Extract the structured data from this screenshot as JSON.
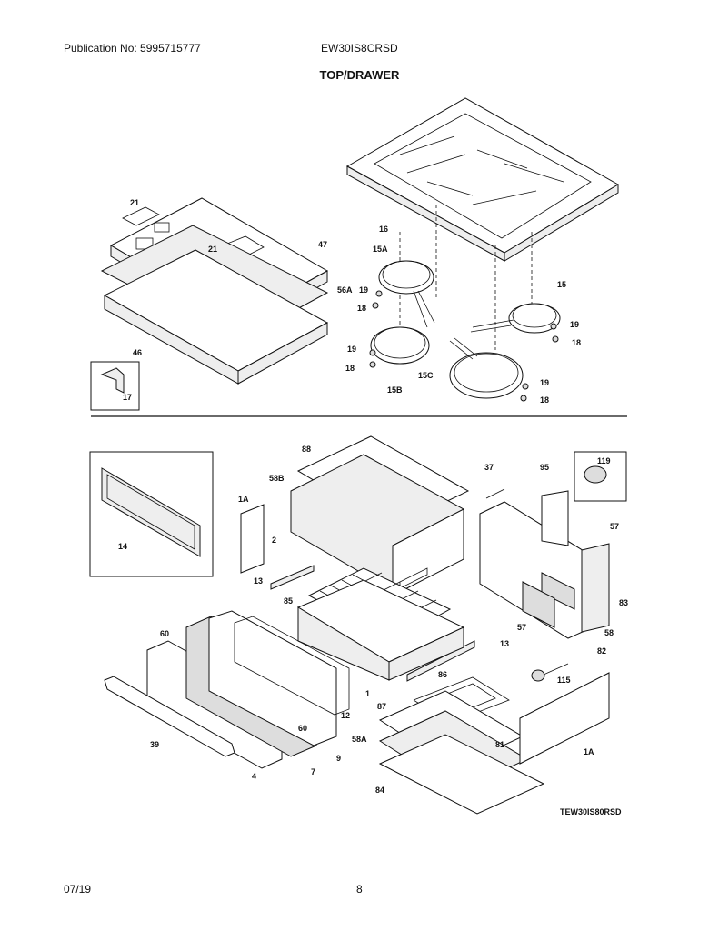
{
  "header": {
    "publication": "Publication No: 5995715777",
    "model": "EW30IS8CRSD",
    "section_title": "TOP/DRAWER"
  },
  "diagram": {
    "code": "TEW30IS80RSD",
    "top_labels": [
      "21",
      "21",
      "47",
      "56A",
      "46",
      "17",
      "16",
      "15A",
      "15",
      "19",
      "18",
      "19",
      "18",
      "15B",
      "15C",
      "19",
      "18"
    ],
    "bottom_labels": [
      "88",
      "58B",
      "1A",
      "2",
      "13",
      "85",
      "14",
      "37",
      "95",
      "119",
      "57",
      "83",
      "57",
      "58",
      "82",
      "13",
      "1",
      "60",
      "12",
      "60",
      "9",
      "7",
      "4",
      "39",
      "87",
      "86",
      "115",
      "58A",
      "81",
      "1A",
      "84"
    ]
  },
  "footer": {
    "date": "07/19",
    "page": "8"
  }
}
